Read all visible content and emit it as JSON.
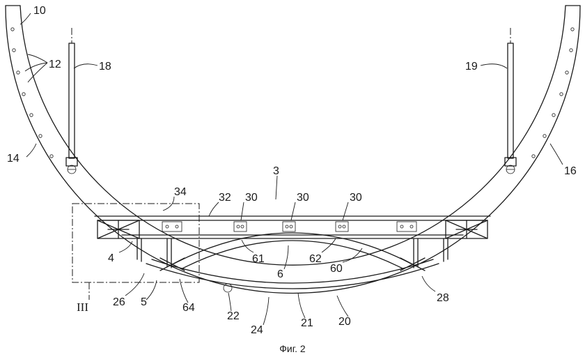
{
  "labels": {
    "l10": "10",
    "l12": "12",
    "l18": "18",
    "l19": "19",
    "l14": "14",
    "l16": "16",
    "l3": "3",
    "l34": "34",
    "l32": "32",
    "l30a": "30",
    "l30b": "30",
    "l30c": "30",
    "l4": "4",
    "l61": "61",
    "l62": "62",
    "l60": "60",
    "l6": "6",
    "l28": "28",
    "l26": "26",
    "l5": "5",
    "l64": "64",
    "l22": "22",
    "l24": "24",
    "l21": "21",
    "l20": "20",
    "lIII": "III"
  },
  "caption": "Фиг. 2"
}
